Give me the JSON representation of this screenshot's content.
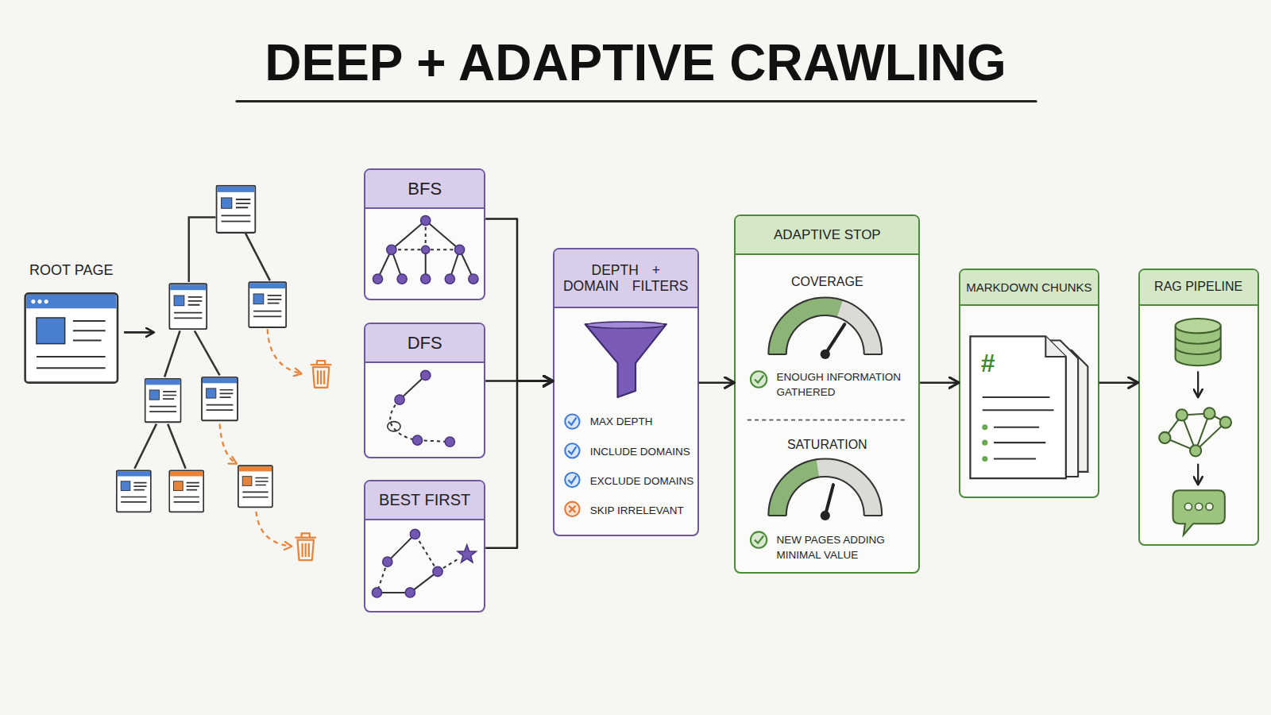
{
  "diagram": {
    "title": "DEEP + ADAPTIVE CRAWLING",
    "nodes": [
      {
        "text": [
          "ROOT PAGE"
        ]
      },
      {
        "text": [
          "BFS"
        ]
      },
      {
        "text": [
          "DFS"
        ]
      },
      {
        "text": [
          "BEST FIRST"
        ]
      },
      {
        "text": [
          "DEPTH + DOMAIN FILTERS",
          "MAX DEPTH",
          "INCLUDE DOMAINS",
          "EXCLUDE DOMAINS",
          "SKIP IRRELEVANT"
        ]
      },
      {
        "text": [
          "ADAPTIVE STOP",
          "COVERAGE",
          "ENOUGH INFORMATION GATHERED",
          "SATURATION",
          "NEW PAGES ADDING MINIMAL VALUE"
        ]
      },
      {
        "text": [
          "MARKDOWN CHUNKS"
        ]
      },
      {
        "text": [
          "RAG PIPELINE"
        ]
      }
    ],
    "edges": [
      {
        "from": 1,
        "to": 4,
        "arrow": "to"
      },
      {
        "from": 2,
        "to": 4,
        "arrow": "to"
      },
      {
        "from": 3,
        "to": 4,
        "arrow": "to"
      },
      {
        "from": 4,
        "to": 5,
        "arrow": "to"
      },
      {
        "from": 5,
        "to": 6,
        "arrow": "to"
      },
      {
        "from": 6,
        "to": 7,
        "arrow": "to"
      }
    ],
    "labels": [
      "#"
    ]
  }
}
